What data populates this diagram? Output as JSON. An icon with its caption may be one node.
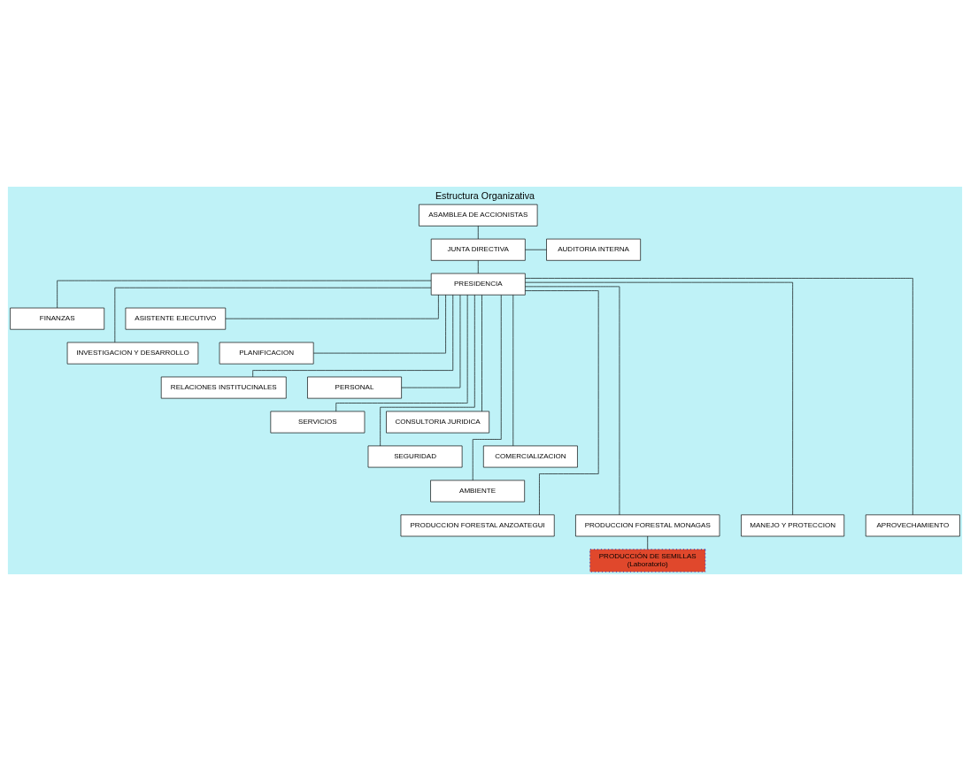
{
  "diagram": {
    "title": "Estructura Organizativa",
    "nodes": [
      {
        "text": [
          "ASAMBLEA DE ACCIONISTAS"
        ]
      },
      {
        "text": [
          "JUNTA DIRECTIVA"
        ]
      },
      {
        "text": [
          "AUDITORIA INTERNA"
        ]
      },
      {
        "text": [
          "PRESIDENCIA"
        ]
      },
      {
        "text": [
          "FINANZAS"
        ]
      },
      {
        "text": [
          "ASISTENTE EJECUTIVO"
        ]
      },
      {
        "text": [
          "INVESTIGACION Y DESARROLLO"
        ]
      },
      {
        "text": [
          "PLANIFICACION"
        ]
      },
      {
        "text": [
          "RELACIONES INSTITUCINALES"
        ]
      },
      {
        "text": [
          "PERSONAL"
        ]
      },
      {
        "text": [
          "SERVICIOS"
        ]
      },
      {
        "text": [
          "CONSULTORIA JURIDICA"
        ]
      },
      {
        "text": [
          "SEGURIDAD"
        ]
      },
      {
        "text": [
          "COMERCIALIZACION"
        ]
      },
      {
        "text": [
          "AMBIENTE"
        ]
      },
      {
        "text": [
          "PRODUCCION FORESTAL ANZOATEGUI"
        ]
      },
      {
        "text": [
          "PRODUCCION FORESTAL MONAGAS"
        ]
      },
      {
        "text": [
          "MANEJO Y PROTECCION"
        ]
      },
      {
        "text": [
          "APROVECHAMIENTO"
        ]
      },
      {
        "text": [
          "PRODUCCIÓN DE SEMILLAS",
          "(Laboratorio)"
        ]
      }
    ],
    "edges": [
      {
        "from": 0,
        "to": 1,
        "arrow": "none"
      },
      {
        "from": 1,
        "to": 2,
        "arrow": "none"
      },
      {
        "from": 1,
        "to": 3,
        "arrow": "none"
      },
      {
        "from": 3,
        "to": 4,
        "arrow": "none"
      },
      {
        "from": 3,
        "to": 5,
        "arrow": "none"
      },
      {
        "from": 3,
        "to": 6,
        "arrow": "none"
      },
      {
        "from": 3,
        "to": 7,
        "arrow": "none"
      },
      {
        "from": 3,
        "to": 8,
        "arrow": "none"
      },
      {
        "from": 3,
        "to": 9,
        "arrow": "none"
      },
      {
        "from": 3,
        "to": 10,
        "arrow": "none"
      },
      {
        "from": 3,
        "to": 11,
        "arrow": "none"
      },
      {
        "from": 3,
        "to": 12,
        "arrow": "none"
      },
      {
        "from": 3,
        "to": 13,
        "arrow": "none"
      },
      {
        "from": 3,
        "to": 14,
        "arrow": "none"
      },
      {
        "from": 3,
        "to": 15,
        "arrow": "none"
      },
      {
        "from": 3,
        "to": 16,
        "arrow": "none"
      },
      {
        "from": 3,
        "to": 17,
        "arrow": "none"
      },
      {
        "from": 3,
        "to": 18,
        "arrow": "none"
      },
      {
        "from": 16,
        "to": 19,
        "arrow": "none"
      }
    ]
  }
}
